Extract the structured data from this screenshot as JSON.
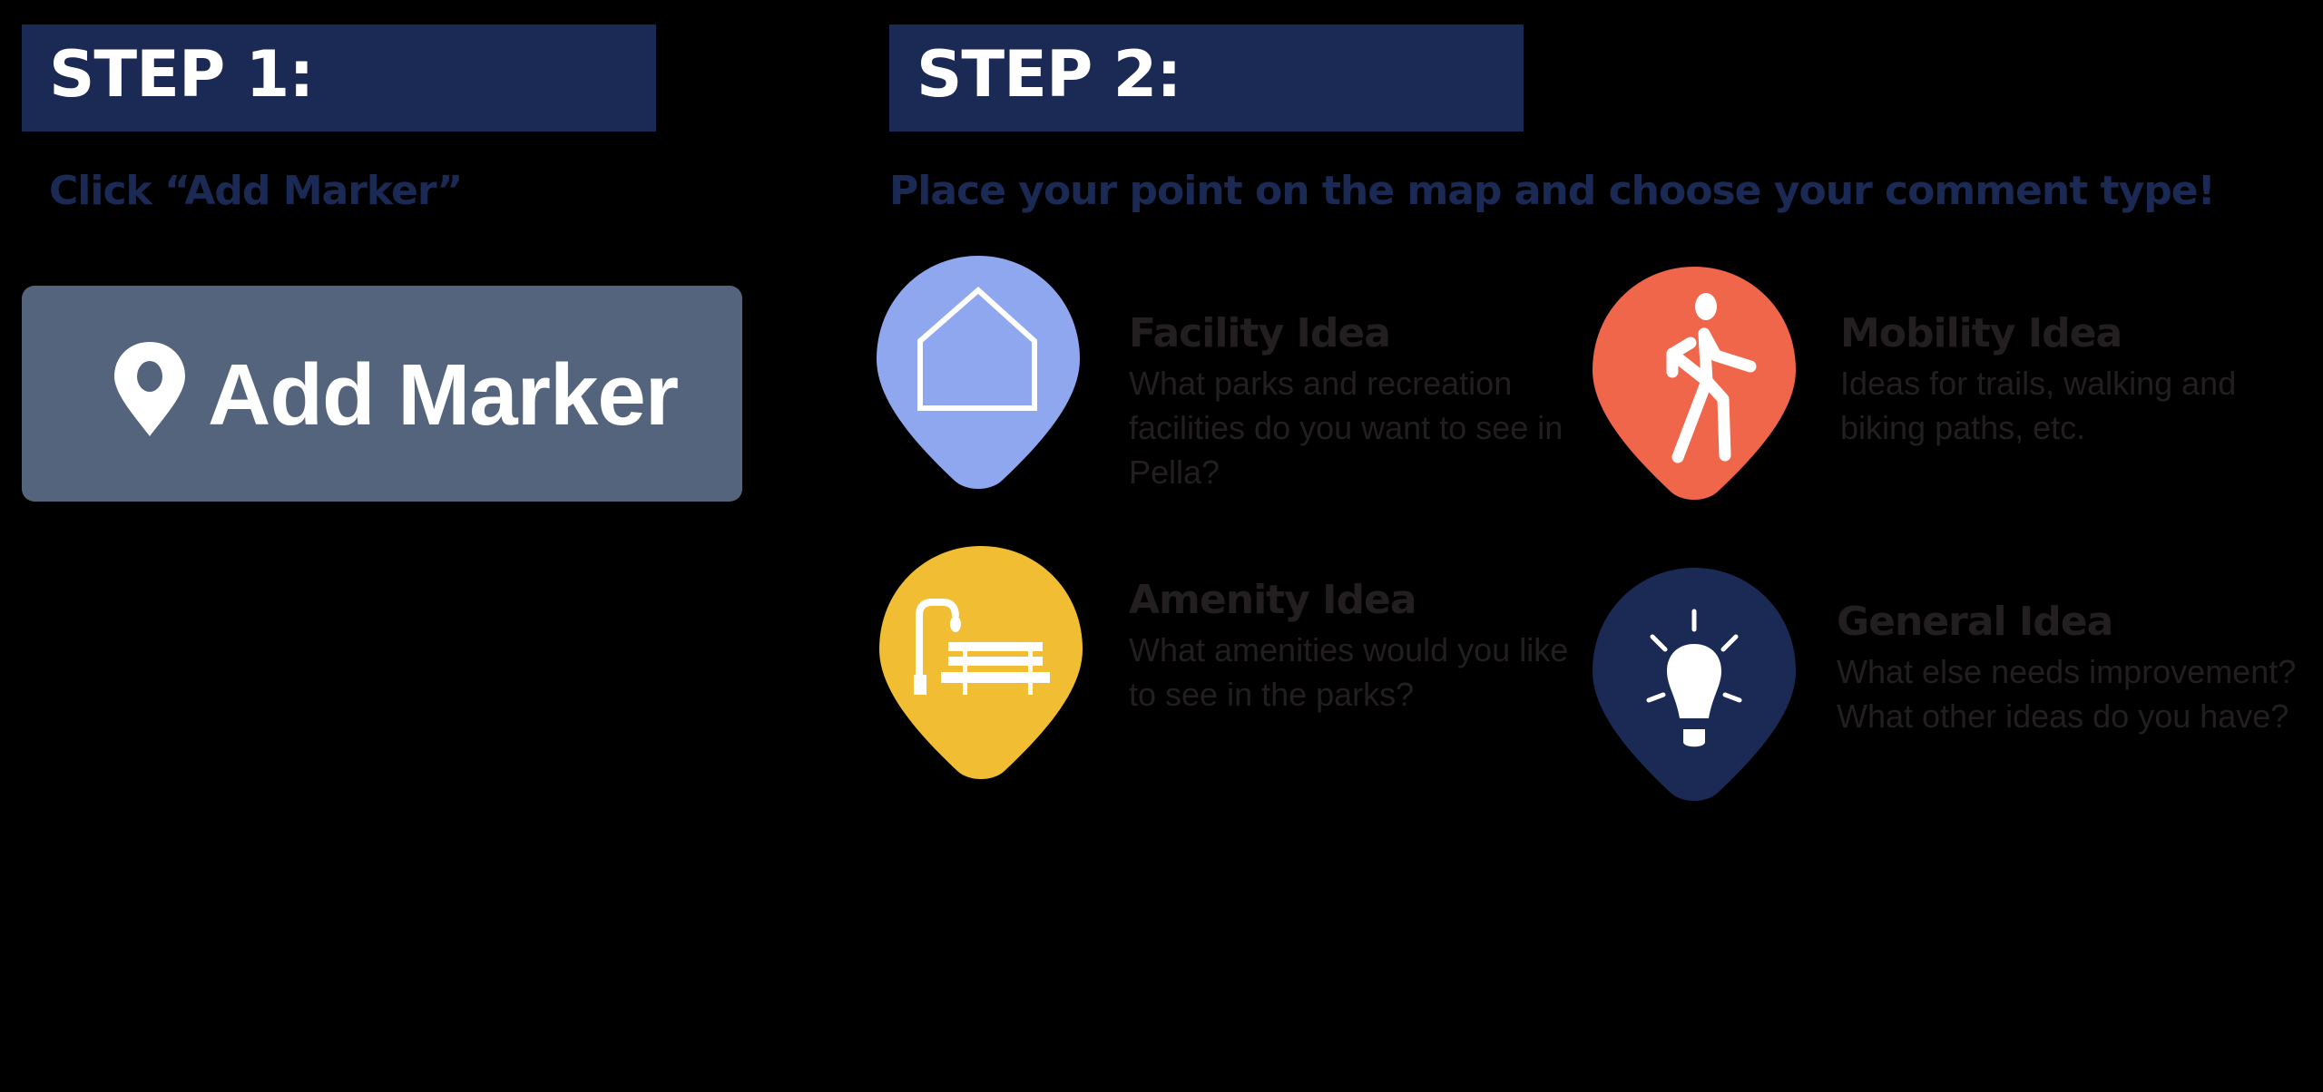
{
  "step1": {
    "banner": "STEP 1:",
    "instruction": "Click “Add Marker”",
    "button_label": "Add Marker",
    "button_icon": "map-pin-icon"
  },
  "step2": {
    "banner": "STEP 2:",
    "instruction": "Place your point on the map and choose your comment type!"
  },
  "categories": [
    {
      "title": "Facility Idea",
      "description": "What parks and recreation\nfacilities do you want to see in\nPella?",
      "icon": "house-icon",
      "color": "#8fa7ee"
    },
    {
      "title": "Mobility Idea",
      "description": "Ideas for trails, walking and\nbiking paths, etc.",
      "icon": "walking-person-icon",
      "color": "#f0664a"
    },
    {
      "title": "Amenity Idea",
      "description": "What amenities would you like\nto see in the parks?",
      "icon": "park-bench-icon",
      "color": "#f1bd33"
    },
    {
      "title": "General Idea",
      "description": "What else needs improvement?\nWhat other ideas do you have?",
      "icon": "lightbulb-icon",
      "color": "#1b2a55"
    }
  ],
  "colors": {
    "navy": "#1b2a55",
    "button": "#55647d",
    "text": "#231f20"
  }
}
